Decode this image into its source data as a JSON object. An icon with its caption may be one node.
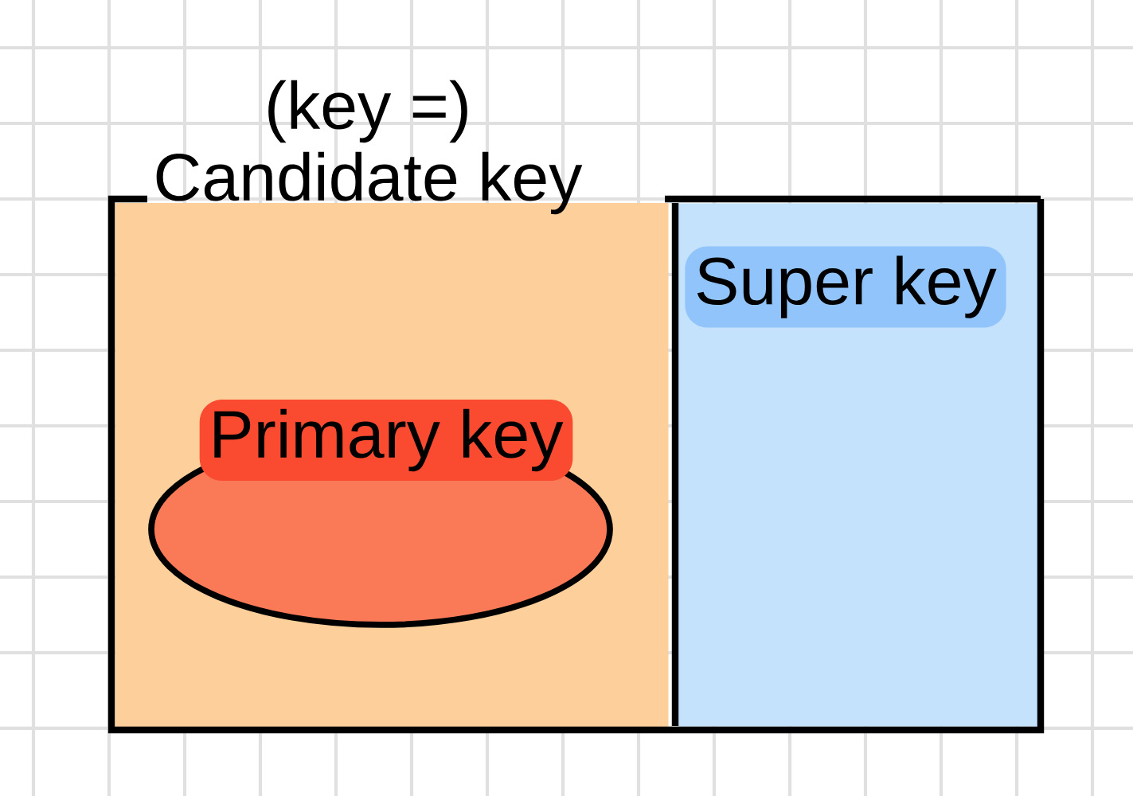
{
  "diagram": {
    "nodes": [
      {
        "text": [
          "(key =)",
          "Candidate key"
        ]
      },
      {
        "text": [
          "Primary key"
        ],
        "in": 0
      },
      {
        "text": [
          "Super key"
        ]
      }
    ]
  }
}
